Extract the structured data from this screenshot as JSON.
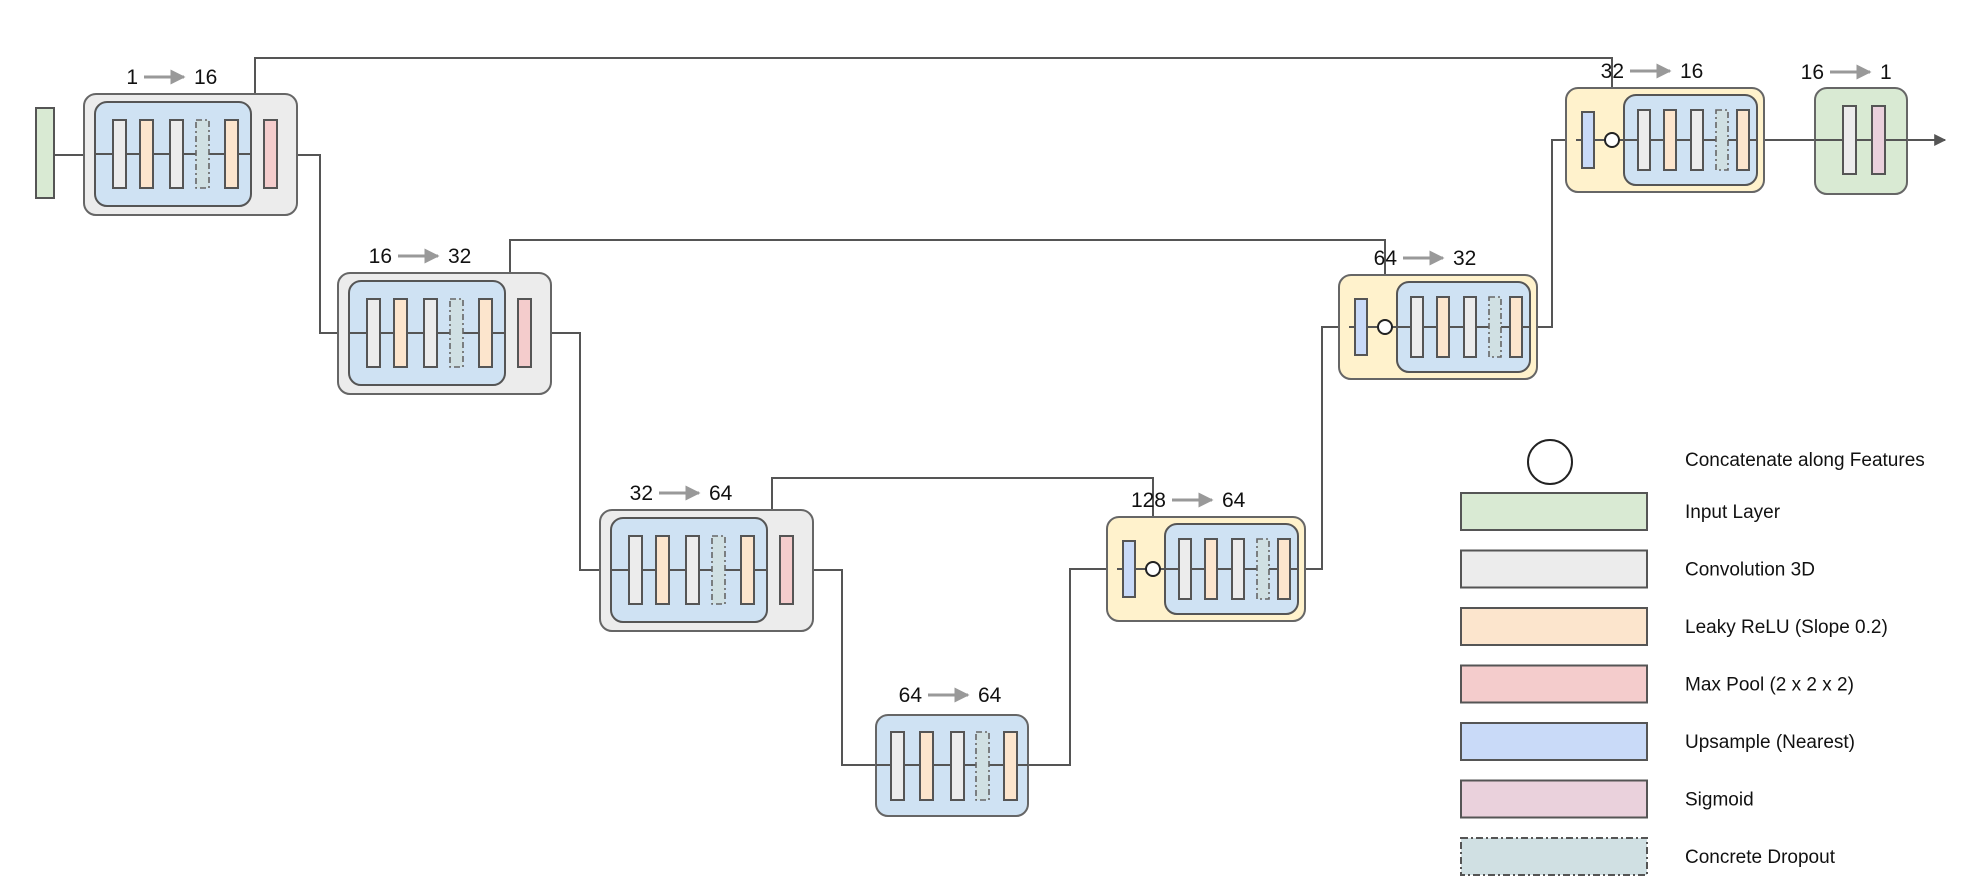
{
  "colors": {
    "input": "#d9ead3",
    "conv": "#ececec",
    "relu": "#fce5cd",
    "pool": "#f4cccc",
    "upsample": "#cfe2f3",
    "upsample_bar": "#c9daf8",
    "sigmoid": "#ead1dc",
    "dropout": "#d0e0e3",
    "decoder_block": "#fff2cc",
    "wire": "#555555",
    "arrow_gray": "#999999"
  },
  "blocks": [
    {
      "id": "enc1",
      "in": "1",
      "out": "16"
    },
    {
      "id": "enc2",
      "in": "16",
      "out": "32"
    },
    {
      "id": "enc3",
      "in": "32",
      "out": "64"
    },
    {
      "id": "bottleneck",
      "in": "64",
      "out": "64"
    },
    {
      "id": "dec3",
      "in": "128",
      "out": "64"
    },
    {
      "id": "dec2",
      "in": "64",
      "out": "32"
    },
    {
      "id": "dec1",
      "in": "32",
      "out": "16"
    },
    {
      "id": "head",
      "in": "16",
      "out": "1"
    }
  ],
  "legend": [
    {
      "key": "concat",
      "label": "Concatenate along Features"
    },
    {
      "key": "input",
      "label": "Input Layer"
    },
    {
      "key": "conv",
      "label": "Convolution 3D"
    },
    {
      "key": "relu",
      "label": "Leaky ReLU (Slope 0.2)"
    },
    {
      "key": "pool",
      "label": "Max Pool (2 x 2 x 2)"
    },
    {
      "key": "upsample",
      "label": "Upsample (Nearest)"
    },
    {
      "key": "sigmoid",
      "label": "Sigmoid"
    },
    {
      "key": "dropout",
      "label": "Concrete Dropout"
    }
  ]
}
